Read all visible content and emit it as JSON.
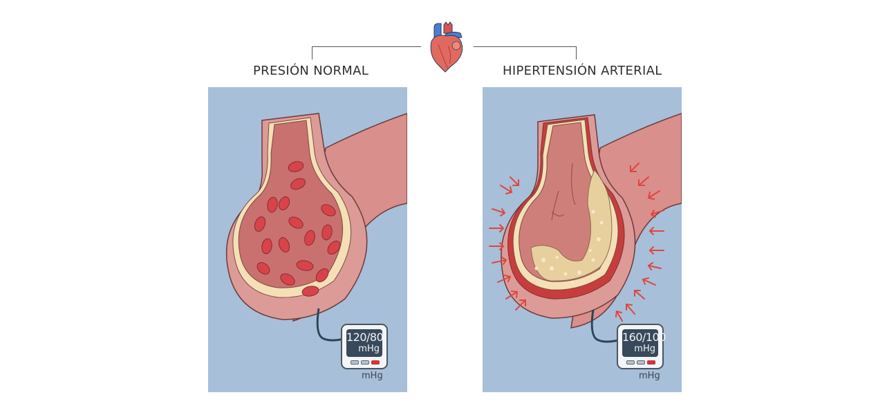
{
  "header": {
    "icon": "heart-icon"
  },
  "panels": [
    {
      "title": "PRESIÓN NORMAL",
      "condition": "normal",
      "monitor": {
        "reading": "120/80",
        "unit_on_screen": "mHg",
        "unit_below": "mHg"
      },
      "colors": {
        "background": "#a7bfd8",
        "artery": "#d98f8c",
        "lumen": "#c9706e",
        "cells": "#d6444a",
        "led_active": "#d8343a"
      }
    },
    {
      "title": "HIPERTENSIÓN ARTERIAL",
      "condition": "hypertension",
      "monitor": {
        "reading": "160/100",
        "unit_on_screen": "mHg",
        "unit_below": "mHg"
      },
      "colors": {
        "background": "#a7bfd8",
        "artery": "#d98f8c",
        "plaque": "#e8cf9e",
        "arrows": "#e0453f",
        "led_active": "#d8343a"
      }
    }
  ]
}
